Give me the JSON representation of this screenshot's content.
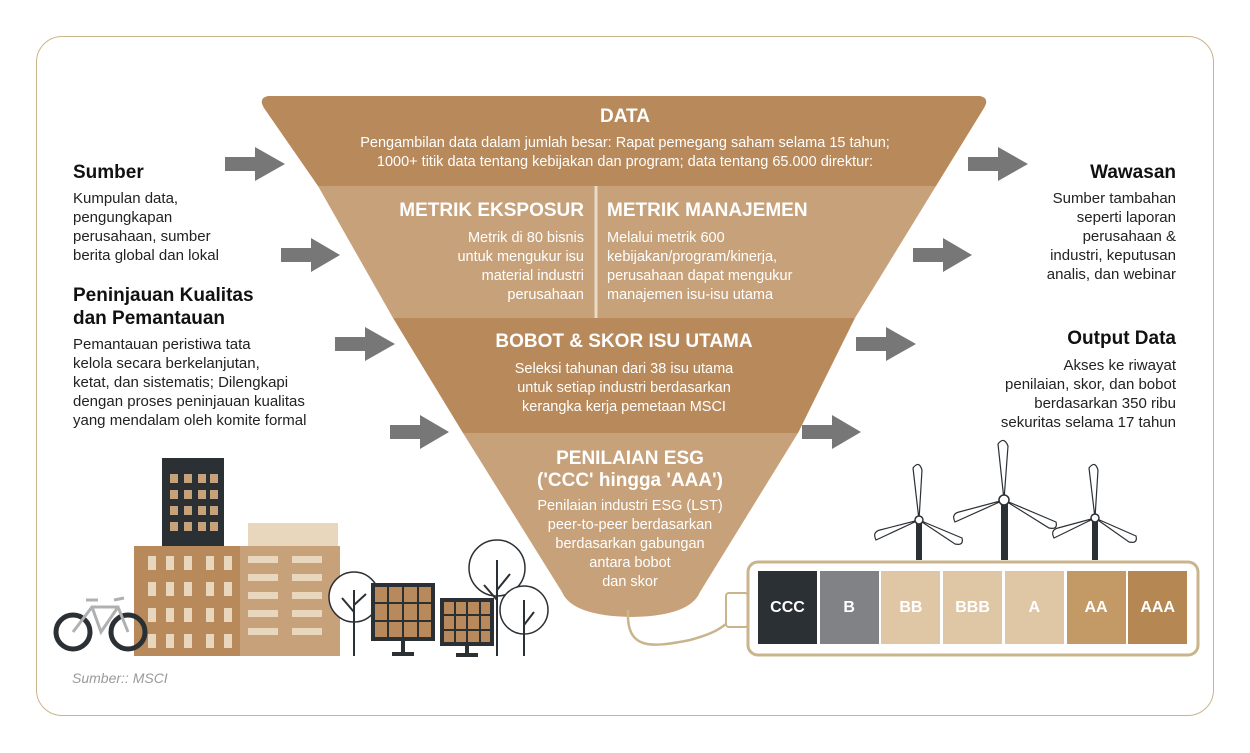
{
  "funnel": {
    "data": {
      "title": "DATA",
      "lines": [
        "Pengambilan data dalam jumlah besar: Rapat pemegang saham selama 15 tahun;",
        "1000+ titik data tentang kebijakan dan program; data tentang 65.000 direktur:"
      ]
    },
    "exposure": {
      "title": "METRIK EKSPOSUR",
      "lines": [
        "Metrik di 80 bisnis",
        "untuk mengukur isu",
        "material industri",
        "perusahaan"
      ]
    },
    "management": {
      "title": "METRIK MANAJEMEN",
      "lines": [
        "Melalui metrik 600",
        "kebijakan/program/kinerja,",
        "perusahaan dapat mengukur",
        "manajemen isu-isu utama"
      ]
    },
    "weight": {
      "title": "BOBOT & SKOR ISU UTAMA",
      "lines": [
        "Seleksi tahunan dari 38 isu utama",
        "untuk setiap industri berdasarkan",
        "kerangka kerja pemetaan MSCI"
      ]
    },
    "rating": {
      "title_lines": [
        "PENILAIAN ESG",
        "('CCC' hingga 'AAA')"
      ],
      "lines": [
        "Penilaian industri ESG (LST)",
        "peer-to-peer berdasarkan",
        "berdasarkan gabungan",
        "antara bobot",
        "dan skor"
      ]
    }
  },
  "left": {
    "source": {
      "title": "Sumber",
      "lines": [
        "Kumpulan data,",
        "pengungkapan",
        "perusahaan, sumber",
        "berita global dan lokal"
      ]
    },
    "quality": {
      "title_lines": [
        "Peninjauan Kualitas",
        "dan Pemantauan"
      ],
      "lines": [
        "Pemantauan peristiwa tata",
        "kelola secara berkelanjutan,",
        "ketat, dan sistematis; Dilengkapi",
        "dengan proses peninjauan kualitas",
        "yang mendalam oleh komite formal"
      ]
    }
  },
  "right": {
    "insight": {
      "title": "Wawasan",
      "lines": [
        "Sumber tambahan",
        "seperti laporan",
        "perusahaan &",
        "industri, keputusan",
        "analis, dan webinar"
      ]
    },
    "output": {
      "title": "Output Data",
      "lines": [
        "Akses ke riwayat",
        "penilaian, skor, dan bobot",
        "berdasarkan 350 ribu",
        "sekuritas selama 17 tahun"
      ]
    }
  },
  "ratings": [
    {
      "label": "CCC",
      "color": "#2b3035"
    },
    {
      "label": "B",
      "color": "#808285"
    },
    {
      "label": "BB",
      "color": "#dfc7a6"
    },
    {
      "label": "BBB",
      "color": "#dfc7a6"
    },
    {
      "label": "A",
      "color": "#dfc7a6"
    },
    {
      "label": "AA",
      "color": "#c39a66"
    },
    {
      "label": "AAA",
      "color": "#b58752"
    }
  ],
  "source_note": "Sumber:: MSCI",
  "colors": {
    "funnel_dark": "#b8895a",
    "funnel_light": "#c7a179",
    "arrow": "#777777",
    "frame": "#c9b48c"
  }
}
